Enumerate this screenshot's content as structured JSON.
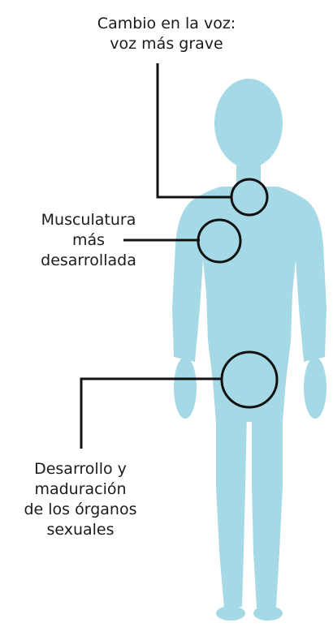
{
  "diagram": {
    "labels": {
      "voice": {
        "line1": "Cambio en la voz:",
        "line2": "voz más grave"
      },
      "muscle": {
        "line1": "Musculatura",
        "line2": "más",
        "line3": "desarrollada"
      },
      "organs": {
        "line1": "Desarrollo y",
        "line2": "maduración",
        "line3": "de los órganos",
        "line4": "sexuales"
      }
    },
    "colors": {
      "body_silhouette": "#a5d9e6",
      "lines_and_circles": "#111111",
      "text": "#1b1b1b",
      "background": "#ffffff"
    }
  }
}
